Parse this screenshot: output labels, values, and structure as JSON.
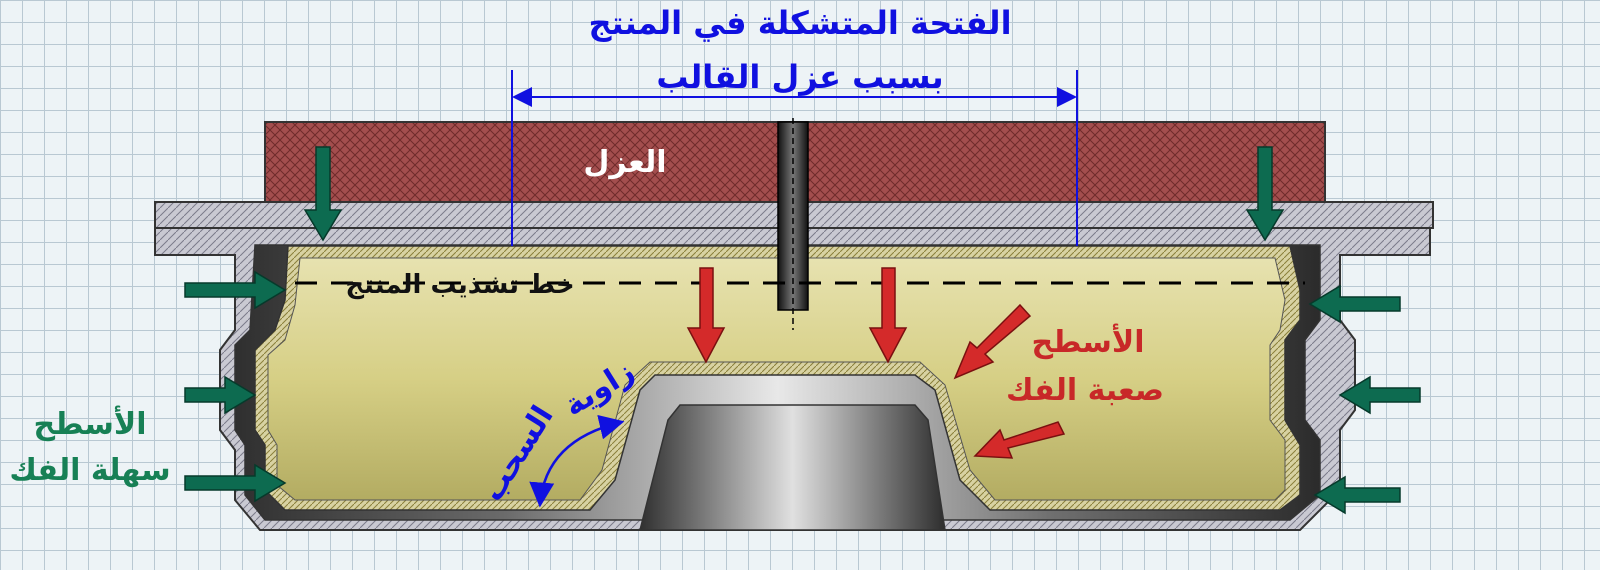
{
  "labels": {
    "opening_line1": "الفتحة المتشكلة في المنتج",
    "opening_line2": "بسبب عزل القالب",
    "insulation": "العزل",
    "trim_line": "خط تشذيب المنتج",
    "hard_surfaces_line1": "الأسطح",
    "hard_surfaces_line2": "صعبة الفك",
    "draft_angle_line1": "زاوية",
    "draft_angle_line2": "السحب",
    "easy_surfaces_line1": "الأسطح",
    "easy_surfaces_line2": "سهلة الفك"
  },
  "colors": {
    "dimension_blue": "#1010e0",
    "arrow_red": "#d42a2a",
    "arrow_green": "#0d6b50",
    "label_green": "#178055",
    "label_red": "#c82828",
    "insulation_brown": "#9c4a4a",
    "product_yellow": "#dcd79a"
  }
}
